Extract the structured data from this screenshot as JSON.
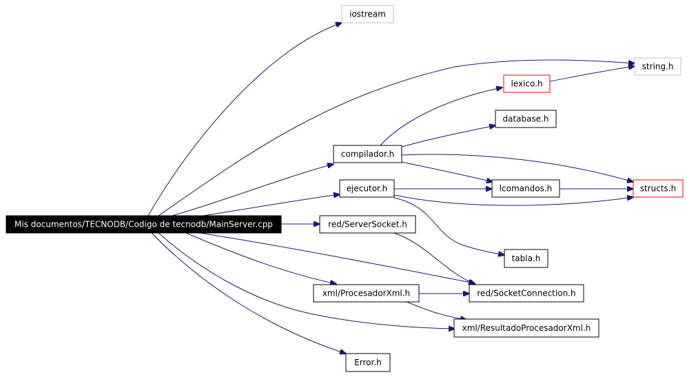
{
  "nodes": {
    "root": "Mis documentos/TECNODB/Codigo de tecnodb/MainServer.cpp",
    "iostream": "iostream",
    "string_h": "string.h",
    "lexico_h": "lexico.h",
    "database_h": "database.h",
    "compilador_h": "compilador.h",
    "structs_h": "structs.h",
    "ejecutor_h": "ejecutor.h",
    "lcomandos_h": "lcomandos.h",
    "serversocket_h": "red/ServerSocket.h",
    "tabla_h": "tabla.h",
    "socketconnection_h": "red/SocketConnection.h",
    "procesadorxml_h": "xml/ProcesadorXml.h",
    "resultadoprocesadorxml_h": "xml/ResultadoProcesadorXml.h",
    "error_h": "Error.h"
  },
  "edges": [
    [
      "root",
      "iostream"
    ],
    [
      "root",
      "string_h"
    ],
    [
      "root",
      "compilador_h"
    ],
    [
      "root",
      "ejecutor_h"
    ],
    [
      "root",
      "serversocket_h"
    ],
    [
      "root",
      "socketconnection_h"
    ],
    [
      "root",
      "procesadorxml_h"
    ],
    [
      "root",
      "resultadoprocesadorxml_h"
    ],
    [
      "root",
      "error_h"
    ],
    [
      "compilador_h",
      "lexico_h"
    ],
    [
      "compilador_h",
      "database_h"
    ],
    [
      "compilador_h",
      "structs_h"
    ],
    [
      "compilador_h",
      "lcomandos_h"
    ],
    [
      "lexico_h",
      "string_h"
    ],
    [
      "ejecutor_h",
      "lcomandos_h"
    ],
    [
      "ejecutor_h",
      "structs_h"
    ],
    [
      "ejecutor_h",
      "tabla_h"
    ],
    [
      "lcomandos_h",
      "structs_h"
    ],
    [
      "serversocket_h",
      "socketconnection_h"
    ],
    [
      "procesadorxml_h",
      "socketconnection_h"
    ],
    [
      "procesadorxml_h",
      "resultadoprocesadorxml_h"
    ]
  ],
  "colors": {
    "edge": "#191970",
    "root_fill": "#000000",
    "unfound_border": "#c0c0c0",
    "truncated_border": "#ff0000"
  }
}
